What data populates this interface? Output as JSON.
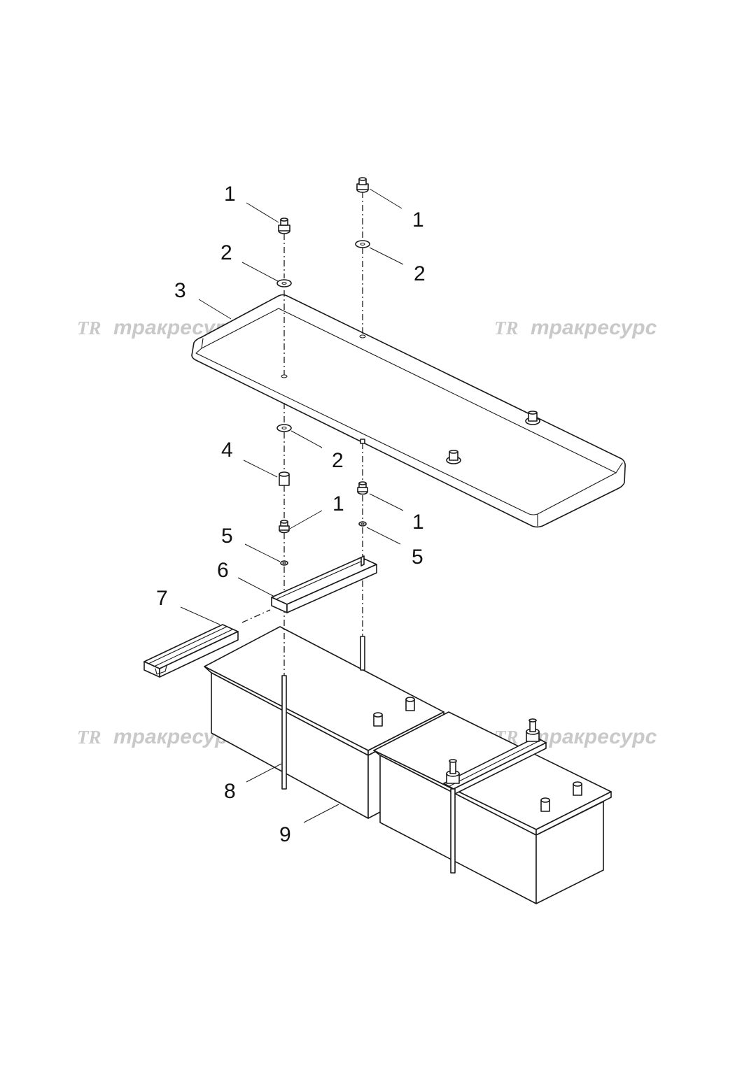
{
  "watermark": {
    "logo": "TR",
    "text": "тракресурс",
    "color": "#c9c9c9"
  },
  "callouts": {
    "c1a": "1",
    "c1b": "1",
    "c1c": "1",
    "c1d": "1",
    "c2a": "2",
    "c2b": "2",
    "c2c": "2",
    "c3": "3",
    "c4": "4",
    "c5a": "5",
    "c5b": "5",
    "c6": "6",
    "c7": "7",
    "c8": "8",
    "c9": "9"
  }
}
